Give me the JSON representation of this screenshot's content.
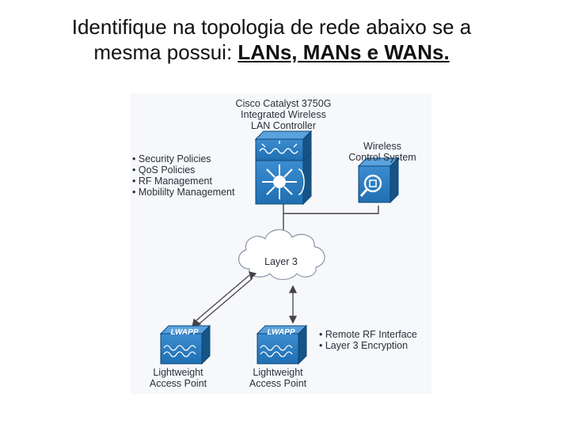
{
  "slide": {
    "title_line1": "Identifique na topologia de rede abaixo se a",
    "title_line2_prefix": "mesma possui: ",
    "title_line2_emph": "LANs, MANs e WANs."
  },
  "diagram": {
    "controller_label": [
      "Cisco Catalyst 3750G",
      "Integrated Wireless",
      "LAN Controller"
    ],
    "wcs_label": [
      "Wireless",
      "Control System"
    ],
    "controller_features": [
      "Security Policies",
      "QoS Policies",
      "RF Management",
      "Mobililty Management"
    ],
    "cloud_label": "Layer 3",
    "lwapp_tag": "LWAPP",
    "ap_label": [
      "Lightweight",
      "Access Point"
    ],
    "ap_features": [
      "Remote RF Interface",
      "Layer 3 Encryption"
    ],
    "colors": {
      "device_blue": "#1f6fb2",
      "device_dark": "#155487",
      "cloud": "#ffffff",
      "line": "#444444"
    }
  }
}
